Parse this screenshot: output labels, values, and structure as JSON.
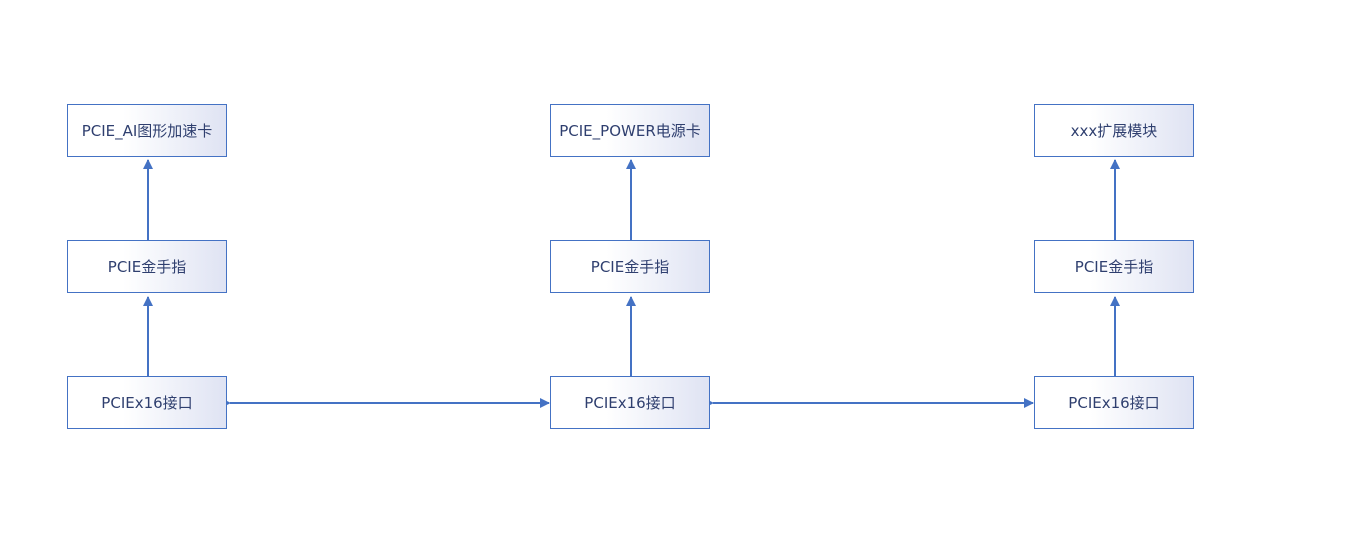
{
  "colors": {
    "border": "#4472c4",
    "connector": "#4472c4",
    "text": "#2f3f6f",
    "fill_light": "#ffffff",
    "fill_dark": "#dfe3f3"
  },
  "columns": [
    {
      "top_label": "PCIE_AI图形加速卡",
      "middle_label": "PCIE金手指",
      "bottom_label": "PCIEx16接口"
    },
    {
      "top_label": "PCIE_POWER电源卡",
      "middle_label": "PCIE金手指",
      "bottom_label": "PCIEx16接口"
    },
    {
      "top_label": "xxx扩展模块",
      "middle_label": "PCIE金手指",
      "bottom_label": "PCIEx16接口"
    }
  ]
}
